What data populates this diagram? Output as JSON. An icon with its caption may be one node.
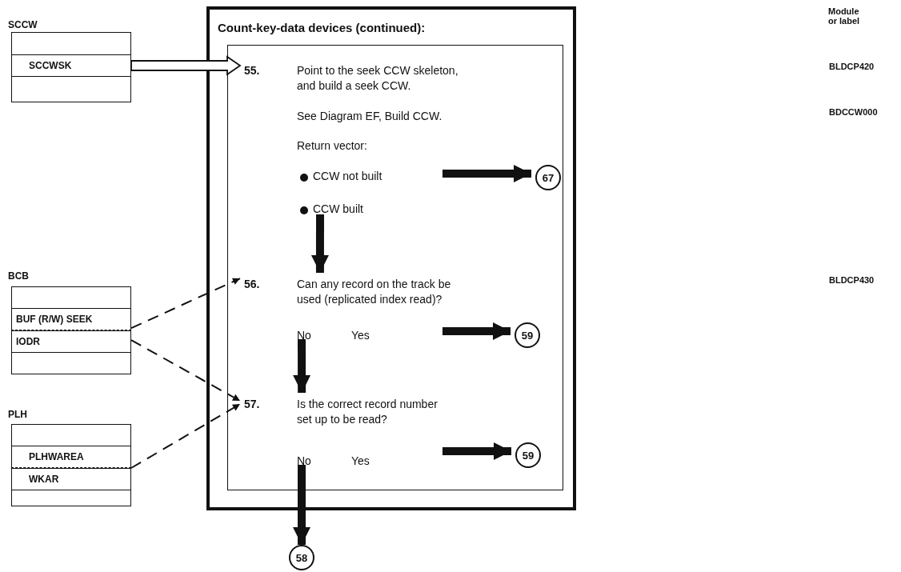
{
  "diagram": {
    "nodes": [
      {
        "text": [
          "SCCW"
        ]
      },
      {
        "text": [
          "SCCWSK"
        ],
        "in": 0
      },
      {
        "text": [
          "BCB"
        ]
      },
      {
        "text": [
          "BUF (R/W) SEEK"
        ],
        "in": 2
      },
      {
        "text": [
          "IODR"
        ],
        "in": 2
      },
      {
        "text": [
          "PLH"
        ]
      },
      {
        "text": [
          "PLHWAREA"
        ],
        "in": 5
      },
      {
        "text": [
          "WKAR"
        ],
        "in": 5
      },
      {
        "text": [
          "Count-key-data devices (continued):"
        ]
      },
      {
        "text": [],
        "shape": "box",
        "in": 8
      },
      {
        "text": [
          "55.",
          "Point to the seek CCW skeleton, and build a seek CCW.",
          "See Diagram EF, Build CCW.",
          "Return vector:"
        ],
        "in": 9
      },
      {
        "text": [
          "CCW not built"
        ],
        "in": 9
      },
      {
        "text": [
          "CCW built"
        ],
        "in": 9
      },
      {
        "text": [
          "67"
        ],
        "in": 9
      },
      {
        "text": [
          "56.",
          "Can any record on the track be used (replicated index read)?"
        ],
        "in": 9
      },
      {
        "text": [
          "No"
        ],
        "in": 9
      },
      {
        "text": [
          "Yes"
        ],
        "in": 9
      },
      {
        "text": [
          "59"
        ],
        "in": 9
      },
      {
        "text": [
          "57.",
          "Is the correct record number set up to be read?"
        ],
        "in": 9
      },
      {
        "text": [
          "No"
        ],
        "in": 9
      },
      {
        "text": [
          "Yes"
        ],
        "in": 9
      },
      {
        "text": [
          "59"
        ],
        "in": 9
      },
      {
        "text": [
          "58"
        ]
      }
    ],
    "edges": [
      {
        "from": 1,
        "to": 10,
        "arrow": "to"
      },
      {
        "from": null,
        "to": 13,
        "arrow": "to"
      },
      {
        "from": 12,
        "to": 14,
        "arrow": "to"
      },
      {
        "from": 15,
        "to": 18,
        "arrow": "to"
      },
      {
        "from": null,
        "to": 17,
        "arrow": "to"
      },
      {
        "from": 19,
        "to": 22,
        "arrow": "to"
      },
      {
        "from": null,
        "to": 21,
        "arrow": "to"
      },
      {
        "from": 3,
        "to": 14,
        "arrow": "to",
        "style": "dashed"
      },
      {
        "from": 4,
        "to": 18,
        "arrow": "to",
        "style": "dashed"
      },
      {
        "from": 6,
        "to": 18,
        "arrow": "to",
        "style": "dashed"
      }
    ],
    "labels": [
      "Module or label",
      "BLDCP420",
      "BDCCW000",
      "BLDCP430"
    ]
  }
}
